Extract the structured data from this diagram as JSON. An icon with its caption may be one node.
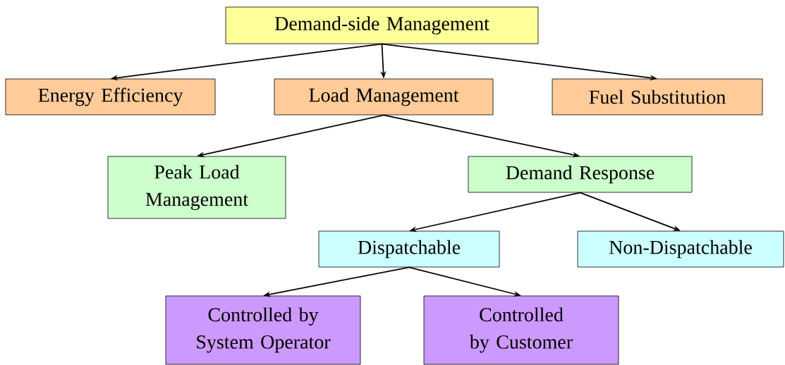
{
  "diagram": {
    "nodes": [
      {
        "text": [
          "Demand-side Management"
        ]
      },
      {
        "text": [
          "Energy Efficiency"
        ]
      },
      {
        "text": [
          "Load Management"
        ]
      },
      {
        "text": [
          "Fuel Substitution"
        ]
      },
      {
        "text": [
          "Peak Load Management"
        ]
      },
      {
        "text": [
          "Demand Response"
        ]
      },
      {
        "text": [
          "Dispatchable"
        ]
      },
      {
        "text": [
          "Non-Dispatchable"
        ]
      },
      {
        "text": [
          "Controlled by System Operator"
        ]
      },
      {
        "text": [
          "Controlled by Customer"
        ]
      }
    ],
    "edges": [
      {
        "from": 0,
        "to": 1,
        "arrow": "to"
      },
      {
        "from": 0,
        "to": 2,
        "arrow": "to"
      },
      {
        "from": 0,
        "to": 3,
        "arrow": "to"
      },
      {
        "from": 2,
        "to": 4,
        "arrow": "to"
      },
      {
        "from": 2,
        "to": 5,
        "arrow": "to"
      },
      {
        "from": 5,
        "to": 6,
        "arrow": "to"
      },
      {
        "from": 5,
        "to": 7,
        "arrow": "to"
      },
      {
        "from": 6,
        "to": 8,
        "arrow": "to"
      },
      {
        "from": 6,
        "to": 9,
        "arrow": "to"
      }
    ]
  }
}
